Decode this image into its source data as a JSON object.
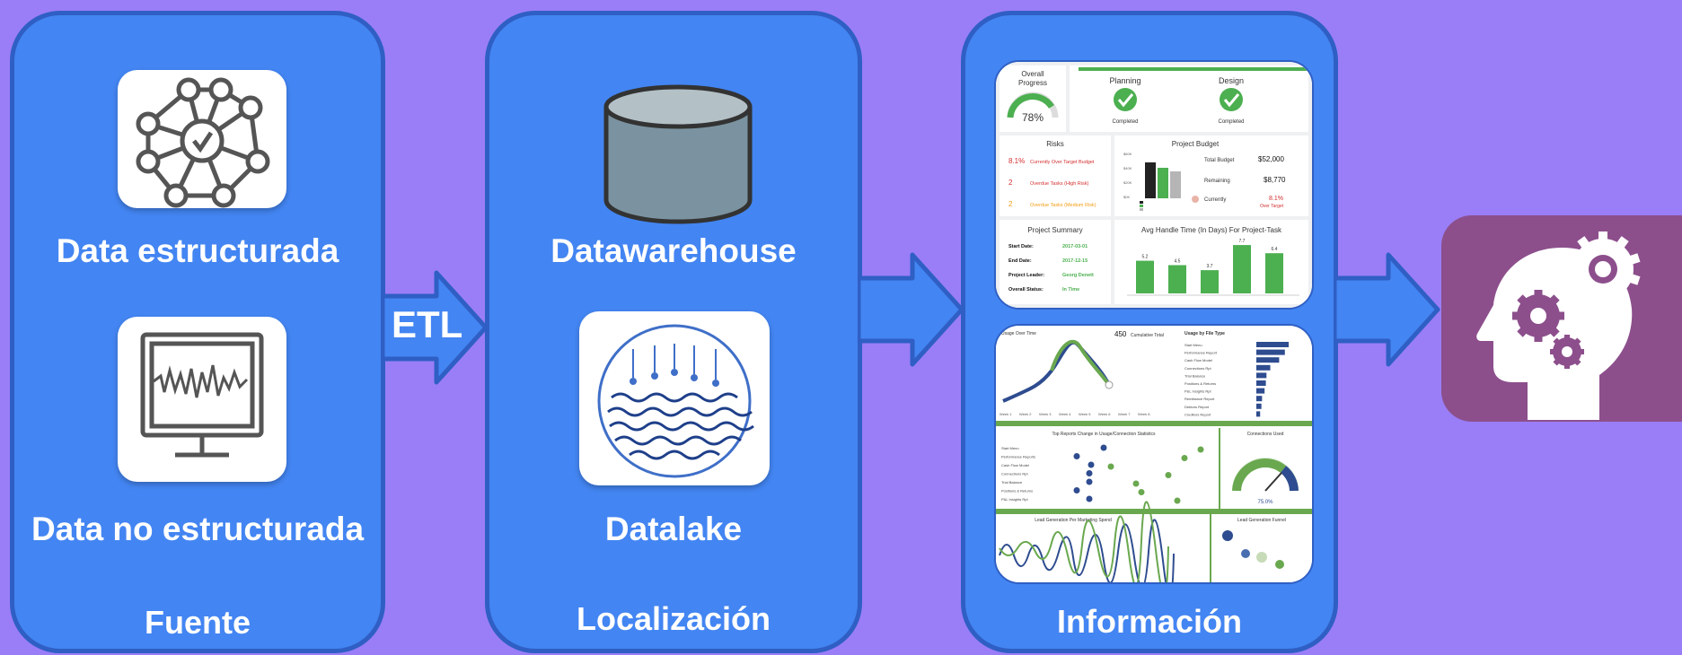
{
  "colors": {
    "background": "#9a7ef7",
    "panel": "#4385f2",
    "panel_border": "#2f5fc4",
    "ai_tile": "#8c4f8c",
    "dashboard_green": "#4caf50",
    "dashboard_navy": "#2e4c8f"
  },
  "fuente": {
    "title": "Fuente",
    "items": [
      {
        "label": "Data estructurada",
        "icon": "network-check-icon"
      },
      {
        "label": "Data no estructurada",
        "icon": "monitor-waveform-icon"
      }
    ]
  },
  "etl": {
    "label": "ETL"
  },
  "localizacion": {
    "title": "Localización",
    "items": [
      {
        "label": "Datawarehouse",
        "icon": "database-cylinder-icon"
      },
      {
        "label": "Datalake",
        "icon": "lake-waves-icon"
      }
    ]
  },
  "informacion": {
    "title": "Información",
    "dashboard_top": {
      "overall_progress": {
        "title": "Overall Progress",
        "value": "78%",
        "fraction": 0.78
      },
      "phases": [
        {
          "name": "Planning",
          "status": "Completed"
        },
        {
          "name": "Design",
          "status": "Completed"
        }
      ],
      "risks": {
        "title": "Risks",
        "rows": [
          {
            "value": "8.1%",
            "text": "Currently Over Target Budget"
          },
          {
            "value": "2",
            "text": "Overdue Tasks (High Risk)"
          },
          {
            "value": "2",
            "text": "Overdue Tasks (Medium Risk)"
          }
        ]
      },
      "budget": {
        "title": "Project Budget",
        "rows": [
          {
            "label": "Total Budget",
            "value": "$52,000"
          },
          {
            "label": "Remaining",
            "value": "$8,770"
          },
          {
            "label": "Currently",
            "value": "8.1%",
            "note": "Over Target"
          }
        ],
        "y_ticks": [
          "$60K",
          "$40K",
          "$20K",
          "$0K"
        ],
        "bars": [
          47,
          40,
          36
        ]
      },
      "summary": {
        "title": "Project Summary",
        "rows": [
          {
            "label": "Start Date:",
            "value": "2017-03-01"
          },
          {
            "label": "End Date:",
            "value": "2017-12-15"
          },
          {
            "label": "Project Leader:",
            "value": "Georg Denett"
          },
          {
            "label": "Overall Status:",
            "value": "In Time"
          }
        ]
      },
      "handle_time": {
        "title": "Avg Handle Time (In Days) For Project-Task",
        "values": [
          5.2,
          4.5,
          3.7,
          7.7,
          6.4
        ],
        "value_labels": [
          "5.2",
          "4.5",
          "3.7",
          "7.7",
          "6.4"
        ]
      }
    },
    "dashboard_bottom": {
      "usage_title": "Usage Over Time",
      "cumulative_value": "450",
      "cumulative_label": "Cumulative Total",
      "weeks": [
        "Week 1",
        "Week 2",
        "Week 3",
        "Week 4",
        "Week 5",
        "Week 6",
        "Week 7",
        "Week 8"
      ],
      "file_type_title": "Usage by File Type",
      "file_types": [
        "Start Menu",
        "Performance Report",
        "Cash Flow Model",
        "Connections Rpt",
        "Trial Balance",
        "Positions & Returns",
        "P&L Insights Rpt",
        "Remittance Report",
        "Debtors Report",
        "Creditors Report"
      ],
      "file_type_values": [
        51,
        45,
        36,
        22,
        16,
        15,
        13,
        9,
        8,
        6
      ],
      "top_reports_title": "Top Reports Change in Usage/Connection Statistics",
      "top_reports": [
        "Start Menu",
        "Performance Reports",
        "Cash Flow Model",
        "Connections Rpt",
        "Trial Balance",
        "Positions & Returns",
        "P&L Insights Rpt"
      ],
      "connections_title": "Connections Used",
      "connections_value": "75.0%",
      "lead_gen_title": "Lead Generation Per Marketing Spend",
      "funnel_title": "Lead Generation Funnel"
    }
  },
  "output": {
    "icon": "head-gears-icon"
  }
}
